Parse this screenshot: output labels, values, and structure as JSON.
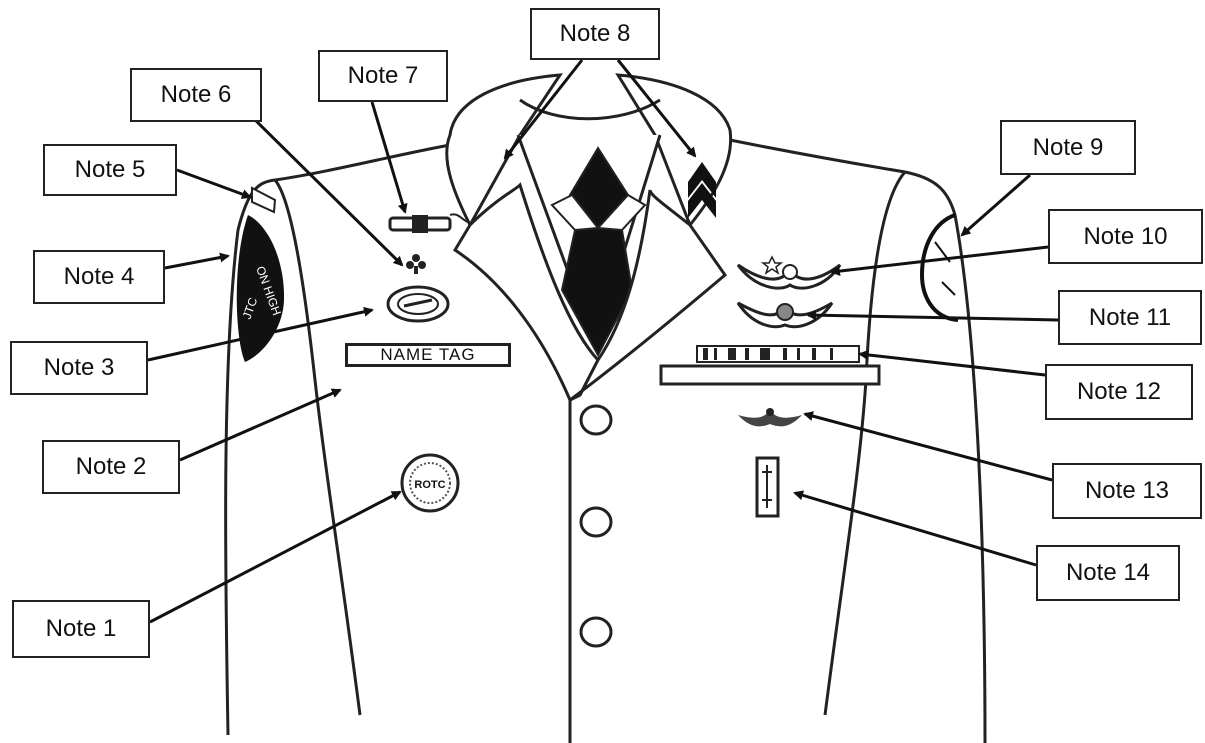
{
  "notes": [
    {
      "id": 1,
      "label": "Note 1"
    },
    {
      "id": 2,
      "label": "Note 2"
    },
    {
      "id": 3,
      "label": "Note 3"
    },
    {
      "id": 4,
      "label": "Note 4"
    },
    {
      "id": 5,
      "label": "Note 5"
    },
    {
      "id": 6,
      "label": "Note 6"
    },
    {
      "id": 7,
      "label": "Note 7"
    },
    {
      "id": 8,
      "label": "Note 8"
    },
    {
      "id": 9,
      "label": "Note 9"
    },
    {
      "id": 10,
      "label": "Note 10"
    },
    {
      "id": 11,
      "label": "Note 11"
    },
    {
      "id": 12,
      "label": "Note 12"
    },
    {
      "id": 13,
      "label": "Note 13"
    },
    {
      "id": 14,
      "label": "Note 14"
    }
  ],
  "name_tag": "NAME TAG",
  "patch_text": {
    "left_shoulder_top": "ON HIGH",
    "left_shoulder_bottom": "JTC",
    "right_pocket_emblem": "ROTC"
  },
  "colors": {
    "outline": "#222222",
    "fill": "#ffffff",
    "dark": "#111111"
  }
}
